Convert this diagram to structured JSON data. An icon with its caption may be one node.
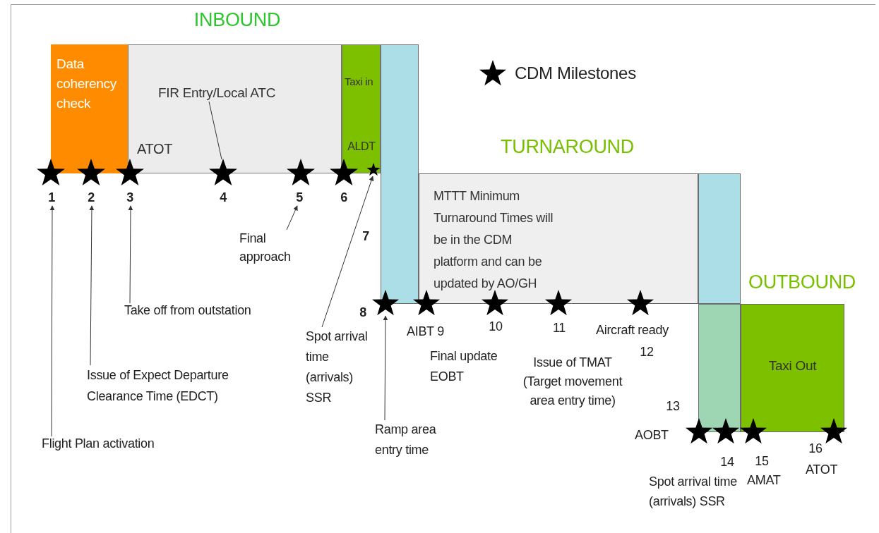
{
  "diagram": {
    "nodes": [
      {
        "text": [
          "Data coherency check"
        ]
      },
      {
        "text": [],
        "shape": "box"
      },
      {
        "text": [
          "FIR Entry/Local ATC"
        ],
        "in": 1
      },
      {
        "text": [
          "Taxi in"
        ]
      },
      {
        "text": [
          "MTTT Minimum Turnaround Times will be in the CDM platform and can be updated by AO/GH"
        ]
      },
      {
        "text": [
          "Taxi Out"
        ]
      },
      {
        "text": [
          "1"
        ]
      },
      {
        "text": [
          "2"
        ]
      },
      {
        "text": [
          "3"
        ]
      },
      {
        "text": [
          "5"
        ]
      },
      {
        "text": [
          "Flight Plan activation"
        ]
      },
      {
        "text": [
          "Issue of Expect Departure Clearance Time (EDCT)"
        ]
      },
      {
        "text": [
          "Take off from outstation"
        ]
      },
      {
        "text": [
          "Final approach"
        ]
      },
      {
        "text": [
          "Spot arrival time (arrivals) SSR"
        ]
      },
      {
        "text": [
          "Ramp area entry time"
        ]
      },
      {
        "text": [],
        "shape": "star"
      },
      {
        "text": [],
        "shape": "star"
      },
      {
        "text": [],
        "shape": "star"
      },
      {
        "text": [],
        "shape": "star"
      },
      {
        "text": [],
        "shape": "star"
      },
      {
        "text": [],
        "shape": "star"
      },
      {
        "text": [],
        "shape": "star"
      },
      {
        "text": [],
        "shape": "star"
      },
      {
        "text": [],
        "shape": "star"
      },
      {
        "text": [],
        "shape": "star"
      },
      {
        "text": [],
        "shape": "star"
      },
      {
        "text": [],
        "shape": "star"
      },
      {
        "text": [],
        "shape": "star"
      },
      {
        "text": [],
        "shape": "star"
      },
      {
        "text": [],
        "shape": "star"
      },
      {
        "text": [],
        "shape": "star"
      },
      {
        "text": [],
        "shape": "bar"
      },
      {
        "text": [],
        "shape": "bar"
      },
      {
        "text": [],
        "shape": "bar"
      }
    ],
    "edges": [
      {
        "from": 10,
        "to": 6,
        "arrow": "to"
      },
      {
        "from": 11,
        "to": 7,
        "arrow": "to"
      },
      {
        "from": 12,
        "to": 8,
        "arrow": "to"
      },
      {
        "from": 13,
        "to": 9,
        "arrow": "to"
      },
      {
        "from": 2,
        "to": 19,
        "arrow": "none"
      },
      {
        "from": 14,
        "to": 22,
        "arrow": "to"
      },
      {
        "from": 15,
        "to": 23,
        "arrow": "to"
      }
    ],
    "labels": [
      "INBOUND",
      "ATOT",
      "ALDT",
      "4",
      "6",
      "TURNAROUND",
      "7",
      "8",
      "AIBT 9",
      "10",
      "11",
      "Aircraft ready",
      "OUTBOUND",
      "12",
      "Final update EOBT",
      "Issue of TMAT (Target movement area entry time)",
      "13",
      "AOBT",
      "14",
      "15",
      "AMAT",
      "16",
      "ATOT",
      "Spot arrival time (arrivals) SSR"
    ],
    "legend": [
      {
        "text": "CDM Milestones"
      }
    ]
  }
}
